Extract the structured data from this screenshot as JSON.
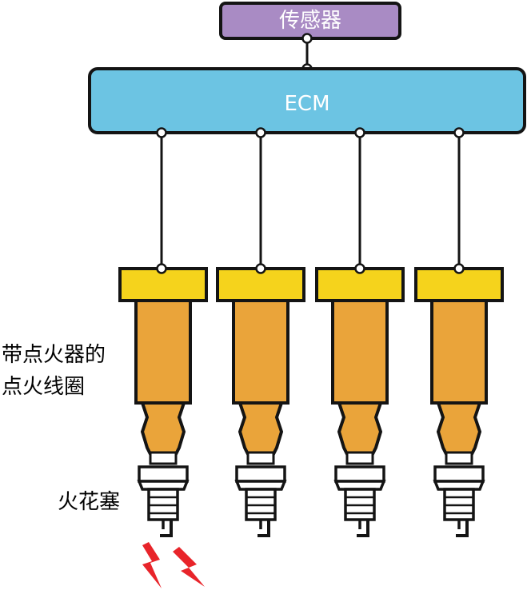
{
  "sensor": {
    "label": "传感器",
    "fill": "#a98bc4",
    "stroke": "#141414"
  },
  "ecm": {
    "label": "ECM",
    "fill": "#6cc4e3",
    "stroke": "#141414"
  },
  "coil_label": {
    "line1": "带点火器的",
    "line2": "点火线圈"
  },
  "plug_label": "火花塞",
  "colors": {
    "coil_cap": "#f5d31c",
    "coil_body": "#eaa43a",
    "plug_body": "#ffffff",
    "spark": "#e8242a",
    "outline": "#141414"
  },
  "coils": [
    {
      "id": "coil-1",
      "spark": true
    },
    {
      "id": "coil-2",
      "spark": false
    },
    {
      "id": "coil-3",
      "spark": false
    },
    {
      "id": "coil-4",
      "spark": false
    }
  ]
}
